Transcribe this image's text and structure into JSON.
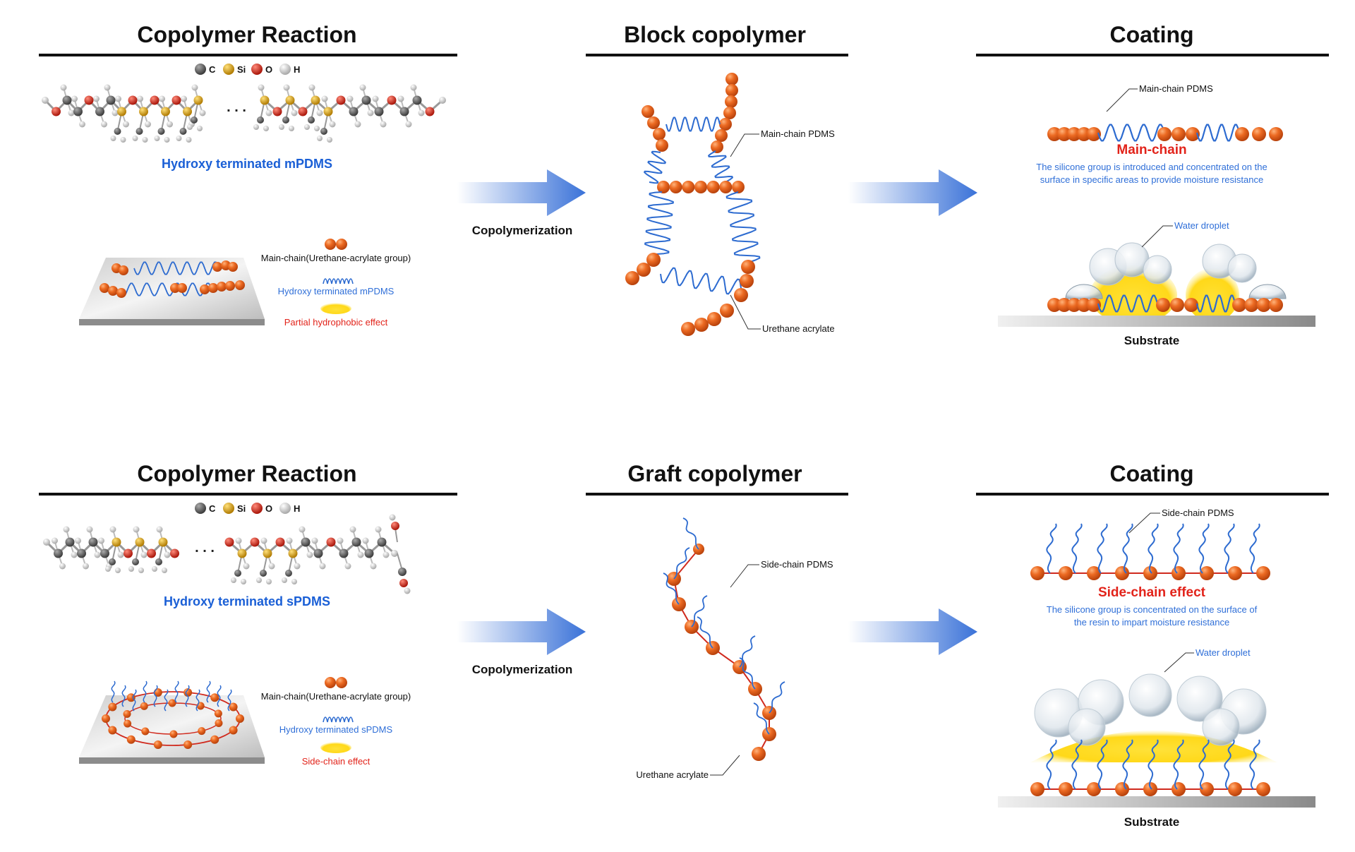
{
  "row1": {
    "reaction": {
      "title": "Copolymer Reaction",
      "legend_atoms": [
        "C",
        "Si",
        "O",
        "H"
      ],
      "dots": ". . .",
      "molecule_name": "Hydroxy terminated mPDMS",
      "key_main_chain": "Main-chain(Urethane-acrylate group)",
      "key_pdms": "Hydroxy terminated mPDMS",
      "key_effect": "Partial hydrophobic effect"
    },
    "arrow1_label": "Copolymerization",
    "copolymer": {
      "title": "Block copolymer",
      "label_pdms": "Main-chain PDMS",
      "label_urethane": "Urethane acrylate"
    },
    "coating": {
      "title": "Coating",
      "label_pdms": "Main-chain PDMS",
      "effect_title": "Main-chain",
      "effect_desc_1": "The silicone group is introduced and concentrated on the",
      "effect_desc_2": "surface in specific areas to provide moisture resistance",
      "water_label": "Water droplet",
      "substrate": "Substrate"
    }
  },
  "row2": {
    "reaction": {
      "title": "Copolymer Reaction",
      "legend_atoms": [
        "C",
        "Si",
        "O",
        "H"
      ],
      "dots": ". . .",
      "molecule_name": "Hydroxy terminated sPDMS",
      "key_main_chain": "Main-chain(Urethane-acrylate group)",
      "key_pdms": "Hydroxy terminated sPDMS",
      "key_effect": "Side-chain effect"
    },
    "arrow1_label": "Copolymerization",
    "copolymer": {
      "title": "Graft copolymer",
      "label_pdms": "Side-chain PDMS",
      "label_urethane": "Urethane acrylate"
    },
    "coating": {
      "title": "Coating",
      "label_pdms": "Side-chain PDMS",
      "effect_title": "Side-chain effect",
      "effect_desc_1": "The silicone group is concentrated on the surface of",
      "effect_desc_2": "the resin to impart moisture resistance",
      "water_label": "Water droplet",
      "substrate": "Substrate"
    }
  },
  "colors": {
    "bead": "#e8641e",
    "pdms": "#2d6bd0",
    "chain_line": "#d02a1e",
    "arrow": "#3a72d8",
    "c_atom": "#555555",
    "si_atom": "#d4a017",
    "o_atom": "#d62a1a",
    "h_atom": "#d8d8d8"
  },
  "icons": [
    "right-arrow-icon",
    "bead-chain-icon",
    "pdms-wave-icon",
    "water-droplet-icon"
  ]
}
